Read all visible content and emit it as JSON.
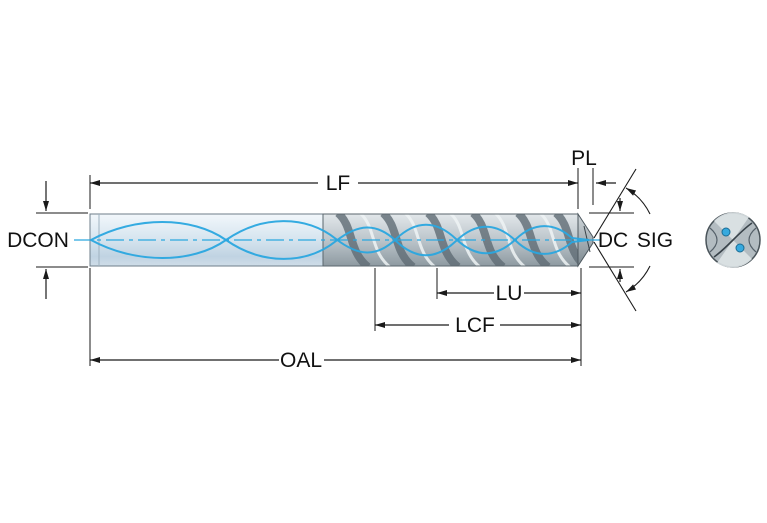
{
  "diagram": {
    "title": "drill-dimension-drawing",
    "labels": {
      "lf": "LF",
      "pl": "PL",
      "dcon": "DCON",
      "dc": "DC",
      "sig": "SIG",
      "lu": "LU",
      "lcf": "LCF",
      "oal": "OAL"
    }
  },
  "colors": {
    "accent_blue": "#2aa7df",
    "dimension_line": "#1a1a1a",
    "shank_fill": "#d8e6f0",
    "flute_dark": "#5f6c74",
    "background": "#ffffff"
  }
}
